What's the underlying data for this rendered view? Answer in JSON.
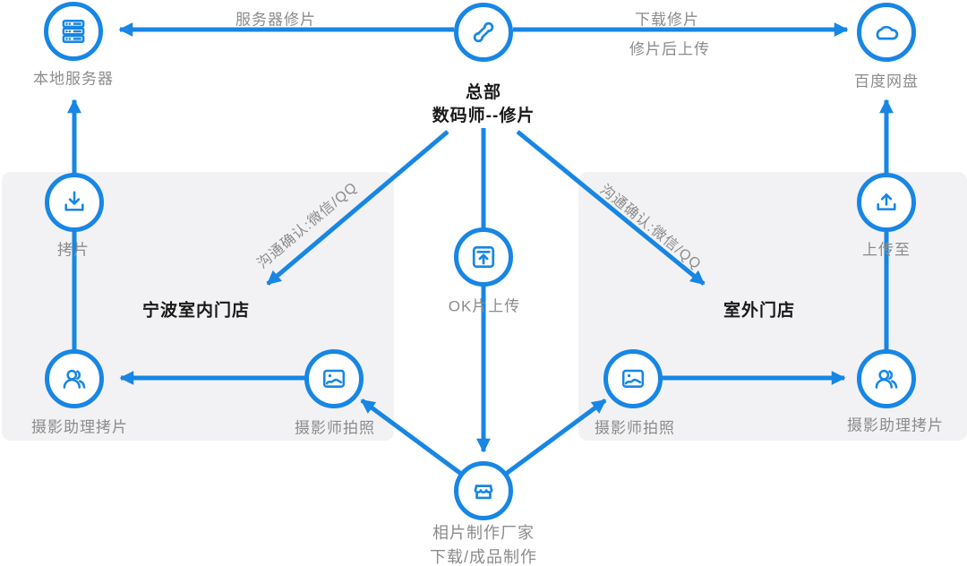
{
  "diagram": {
    "colors": {
      "accent": "#1786e4",
      "panel_background": "#f2f2f4",
      "label_gray": "#8b8b8b",
      "label_dark": "#191919"
    },
    "nodes": {
      "local_server": {
        "label": "本地服务器"
      },
      "hq": {
        "line1": "总部",
        "line2": "数码师--修片"
      },
      "baidu_pan": {
        "label": "百度网盘"
      },
      "copy_film": {
        "label": "拷片"
      },
      "ok_upload": {
        "label": "OK片上传"
      },
      "upload_to": {
        "label": "上传至"
      },
      "assistant_left": {
        "label": "摄影助理拷片"
      },
      "photographer_left": {
        "label": "摄影师拍照"
      },
      "factory": {
        "line1": "相片制作厂家",
        "line2": "下载/成品制作"
      },
      "photographer_right": {
        "label": "摄影师拍照"
      },
      "assistant_right": {
        "label": "摄影助理拷片"
      }
    },
    "stores": {
      "indoor": "宁波室内门店",
      "outdoor": "室外门店"
    },
    "edge_labels": {
      "server_edit": "服务器修片",
      "download_edit": "下载修片",
      "upload_after_edit": "修片后上传",
      "comm_left": "沟通确认:微信/QQ",
      "comm_right": "沟通确认:微信/QQ"
    }
  }
}
